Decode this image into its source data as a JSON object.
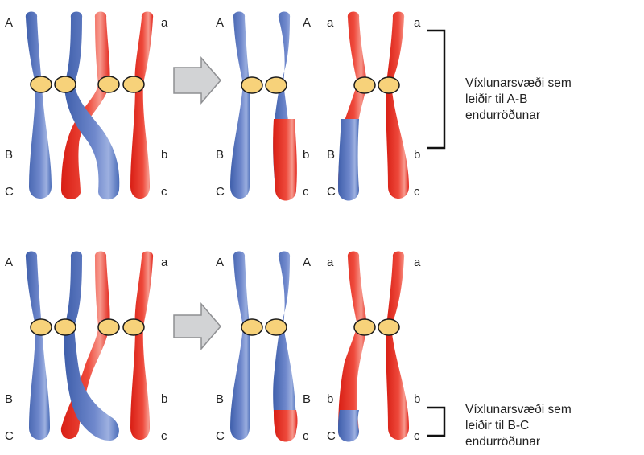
{
  "colors": {
    "blue": "#4a6cb8",
    "blue_light": "#8fa6da",
    "red": "#e3261c",
    "red_light": "#f47a6e",
    "centromere": "#f7d27a",
    "arrow_fill": "#d2d3d5",
    "arrow_stroke": "#8e8f92"
  },
  "icons": {
    "arrow": "block-arrow-right-icon",
    "bracket": "bracket-icon"
  },
  "panels": [
    {
      "id": "a-b",
      "labels": {
        "left": [
          "A",
          "B",
          "C"
        ],
        "mid_left": [
          "A",
          "B",
          "C"
        ],
        "mid_right": [
          "A",
          "b",
          "c"
        ],
        "right_left": [
          "a",
          "B",
          "C"
        ],
        "right_right": [
          "a",
          "b",
          "c"
        ],
        "end": [
          "a",
          "b",
          "c"
        ]
      },
      "caption": [
        "Víxlunarsvæði sem",
        "leiðir til A-B",
        "endurröðunar"
      ]
    },
    {
      "id": "b-c",
      "labels": {
        "left": [
          "A",
          "B",
          "C"
        ],
        "mid_left": [
          "A",
          "B",
          "C"
        ],
        "mid_right": [
          "A",
          "B",
          "c"
        ],
        "right_left": [
          "a",
          "b",
          "C"
        ],
        "right_right": [
          "a",
          "b",
          "c"
        ],
        "end": [
          "a",
          "b",
          "c"
        ]
      },
      "caption": [
        "Víxlunarsvæði sem",
        "leiðir til B-C",
        "endurröðunar"
      ]
    }
  ]
}
